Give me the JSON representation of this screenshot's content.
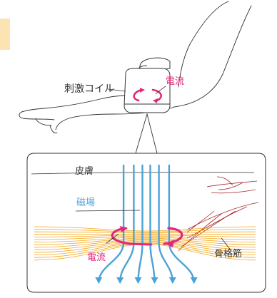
{
  "labels": {
    "coil": "刺激コイル",
    "current_top": "電流",
    "skin": "皮膚",
    "magnetic_field": "磁場",
    "current_bottom": "電流",
    "muscle": "骨格筋"
  },
  "colors": {
    "outline": "#333333",
    "current": "#e2287a",
    "field": "#4aa3d8",
    "muscle": "#f3a71d",
    "nerve": "#a8262c",
    "tab": "#fbe3b4",
    "label_text": "#333333"
  }
}
